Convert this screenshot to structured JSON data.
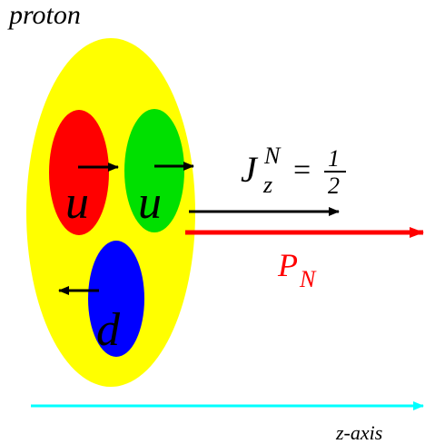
{
  "title": "proton",
  "quarks": [
    {
      "label": "u",
      "color": "#ff0000",
      "spin": "right"
    },
    {
      "label": "u",
      "color": "#00e000",
      "spin": "right"
    },
    {
      "label": "d",
      "color": "#0000ff",
      "spin": "left"
    }
  ],
  "proton_color": "#ffff00",
  "spin_label": {
    "base": "J",
    "sub": "z",
    "sup": "N",
    "eq": "=",
    "num": "1",
    "den": "2"
  },
  "momentum_label": {
    "base": "P",
    "sub": "N",
    "color": "#ff0000"
  },
  "axis": {
    "label": "z-axis",
    "color": "#00ffff"
  }
}
